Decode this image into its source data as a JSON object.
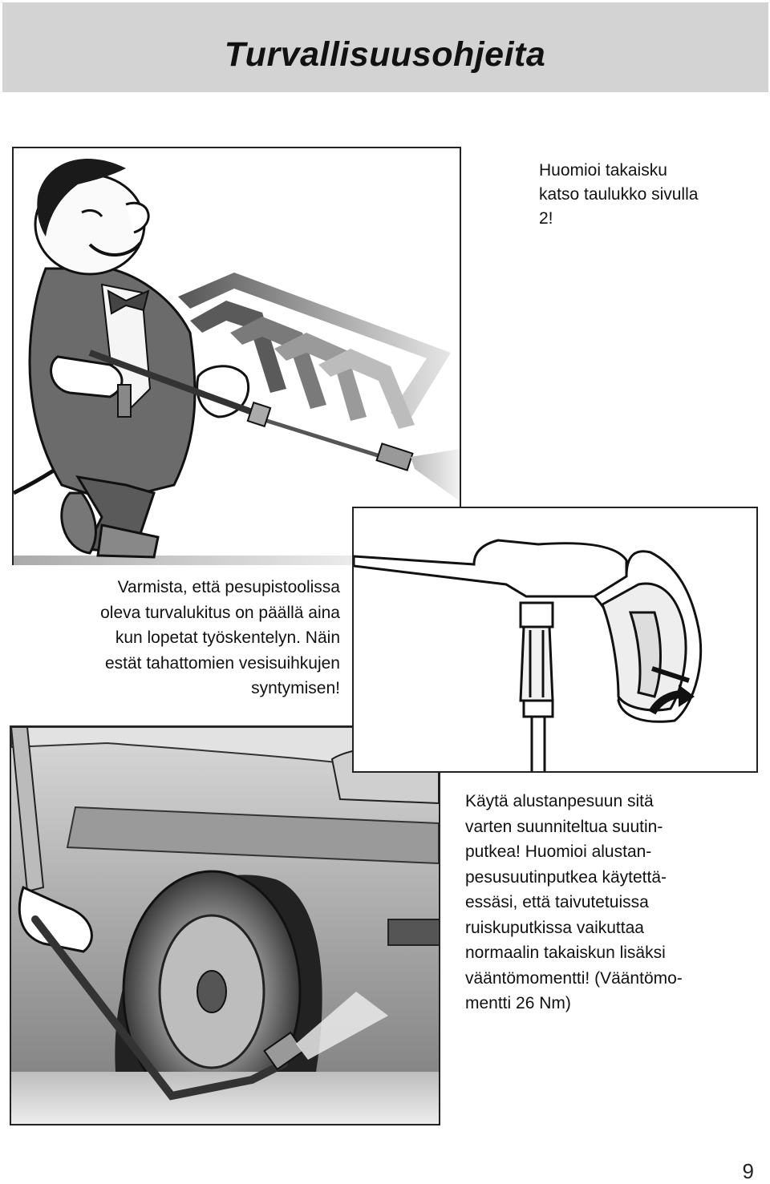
{
  "header": {
    "title": "Turvallisuusohjeita"
  },
  "notes": {
    "kickback": [
      "Huomioi takaisku",
      "katso taulukko sivulla",
      "2!"
    ],
    "safety_lock": [
      "Varmista, että pesupistoolissa",
      "oleva turvalukitus on päällä aina",
      "kun lopetat työskentelyn. Näin",
      "estät tahattomien vesisuihkujen",
      "syntymisen!"
    ],
    "underbody": [
      "Käytä alustanpesuun sitä",
      "varten suunniteltua suutin-",
      "putkea! Huomioi alustan-",
      "pesusuutinputkea käytettä-",
      "essäsi, että taivutetuissa",
      "ruiskuputkissa vaikuttaa",
      "normaalin takaiskun lisäksi",
      "vääntömomentti! (Vääntömo-",
      "mentti 26 Nm)"
    ]
  },
  "footer": {
    "page_number": "9"
  }
}
